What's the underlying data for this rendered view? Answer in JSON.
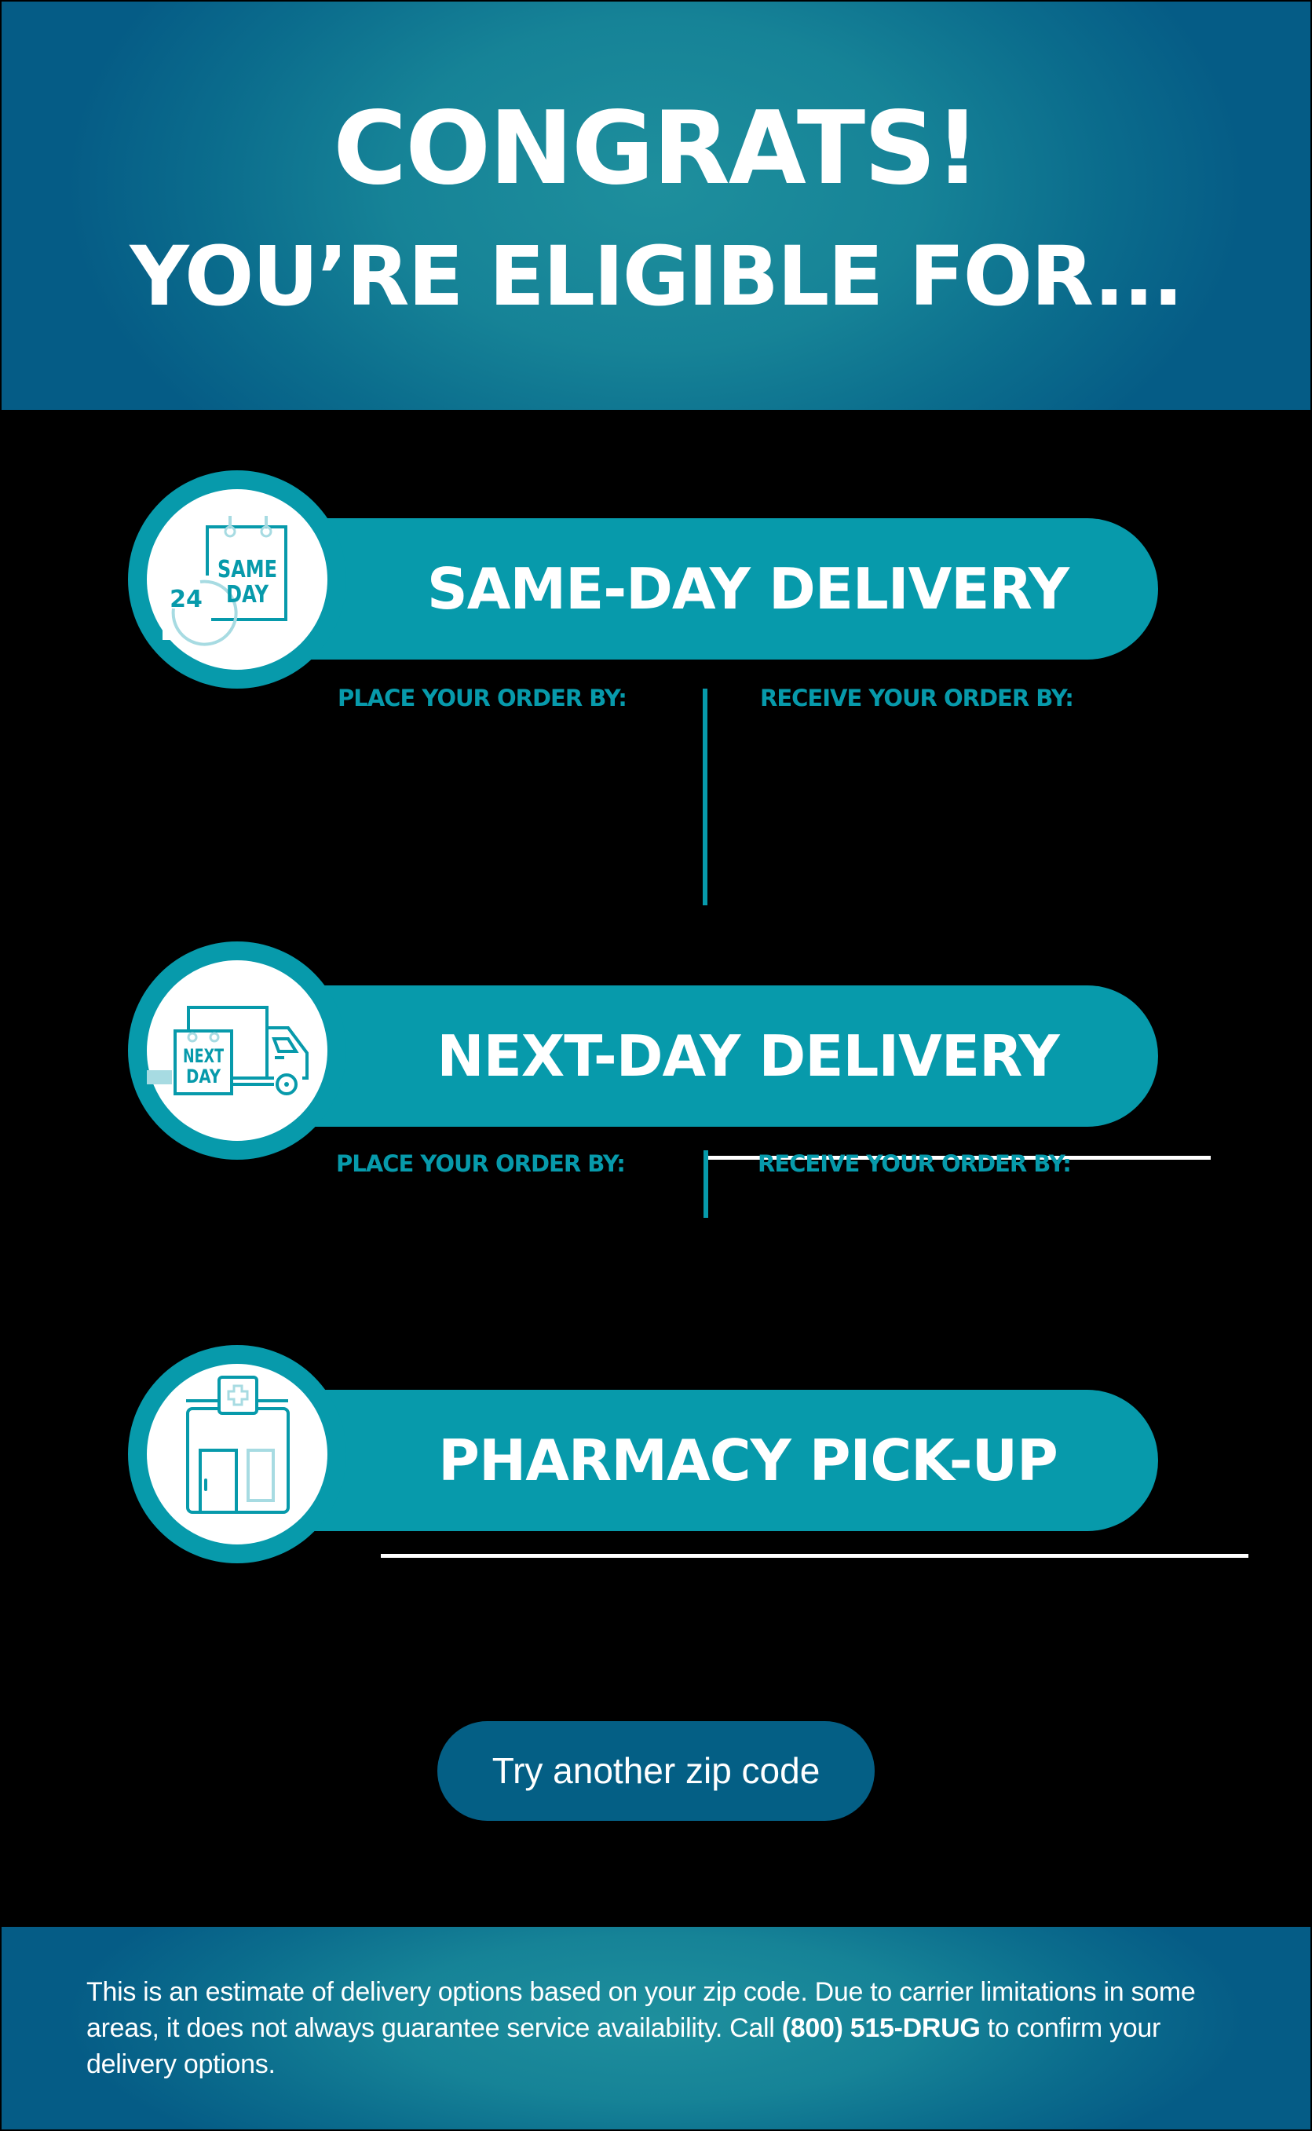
{
  "header": {
    "title_line1": "CONGRATS!",
    "title_line2": "YOU’RE ELIGIBLE FOR..."
  },
  "options": [
    {
      "title": "SAME-DAY DELIVERY",
      "icon": "same-day-calendar-clock-icon",
      "icon_text": {
        "number": "24",
        "line1": "SAME",
        "line2": "DAY"
      },
      "place_label": "PLACE YOUR ORDER BY:",
      "receive_label": "RECEIVE YOUR ORDER BY:"
    },
    {
      "title": "NEXT-DAY DELIVERY",
      "icon": "next-day-truck-icon",
      "icon_text": {
        "line1": "NEXT",
        "line2": "DAY"
      },
      "place_label": "PLACE YOUR ORDER BY:",
      "receive_label": "RECEIVE YOUR ORDER BY:"
    },
    {
      "title": "PHARMACY PICK-UP",
      "icon": "pharmacy-building-icon"
    }
  ],
  "button": {
    "label": "Try another zip code"
  },
  "footer": {
    "text_before": "This is an estimate of delivery options based on your zip code. Due to carrier limitations in some areas, it does not always guarantee service availability. Call ",
    "phone": "(800) 515-DRUG",
    "text_after": " to confirm your delivery options."
  },
  "colors": {
    "teal": "#079aab",
    "light_teal": "#a7dbe2",
    "navy": "#045f85",
    "header_center": "#1e8f9d",
    "header_edge": "#055c86",
    "background": "#000000"
  }
}
